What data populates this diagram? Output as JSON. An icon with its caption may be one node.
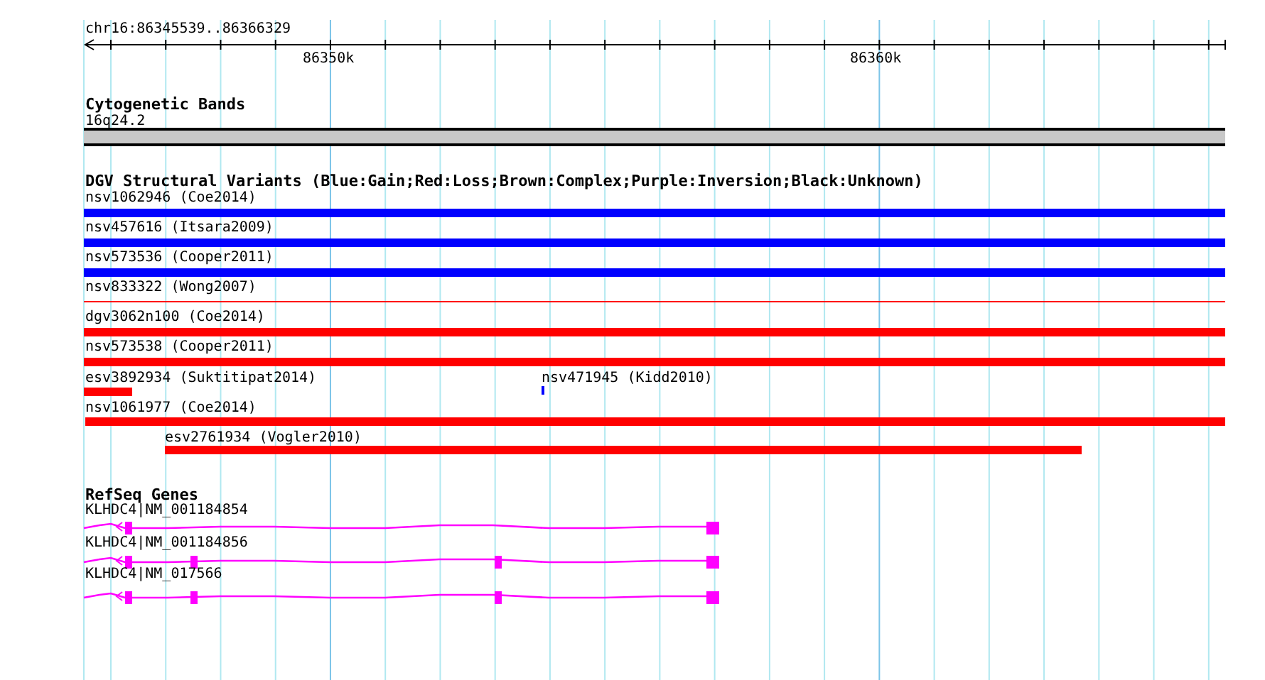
{
  "diagram": {
    "nodes": [
      {
        "text": [
          "16q24.2"
        ]
      },
      {
        "text": [
          "nsv1062946 (Coe2014)"
        ]
      },
      {
        "text": [
          "nsv457616 (Itsara2009)"
        ]
      },
      {
        "text": [
          "nsv573536 (Cooper2011)"
        ]
      },
      {
        "text": [
          "nsv833322 (Wong2007)"
        ]
      },
      {
        "text": [
          "dgv3062n100 (Coe2014)"
        ]
      },
      {
        "text": [
          "nsv573538 (Cooper2011)"
        ]
      },
      {
        "text": [
          "esv3892934 (Suktitipat2014)"
        ]
      },
      {
        "text": [
          "nsv471945 (Kidd2010)"
        ]
      },
      {
        "text": [
          "nsv1061977 (Coe2014)"
        ]
      },
      {
        "text": [
          "esv2761934 (Vogler2010)"
        ]
      },
      {
        "text": [
          "KLHDC4|NM_001184854"
        ]
      },
      {
        "text": [
          "KLHDC4|NM_001184856"
        ]
      },
      {
        "text": [
          "KLHDC4|NM_017566"
        ]
      }
    ],
    "edges": [],
    "labels": [
      "chr16:86345539..86366329",
      "86350k",
      "86360k",
      "Cytogenetic Bands",
      "DGV Structural Variants (Blue:Gain;Red:Loss;Brown:Complex;Purple:Inversion;Black:Unknown)",
      "RefSeq Genes"
    ]
  }
}
